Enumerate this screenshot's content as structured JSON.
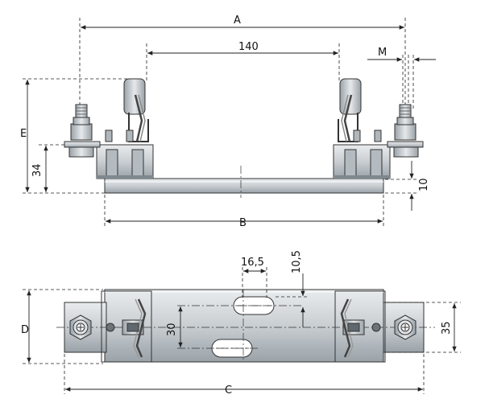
{
  "dimensions": {
    "A": "A",
    "M": "M",
    "140": "140",
    "E": "E",
    "34": "34",
    "10": "10",
    "B": "B",
    "16_5": "16,5",
    "10_5": "10,5",
    "30": "30",
    "D": "D",
    "35": "35",
    "C": "C"
  },
  "colors": {
    "line": "#222222",
    "body_fill": "#cfd3d6",
    "body_dark": "#8e969c",
    "rail_fill": "#e4e7e9"
  }
}
